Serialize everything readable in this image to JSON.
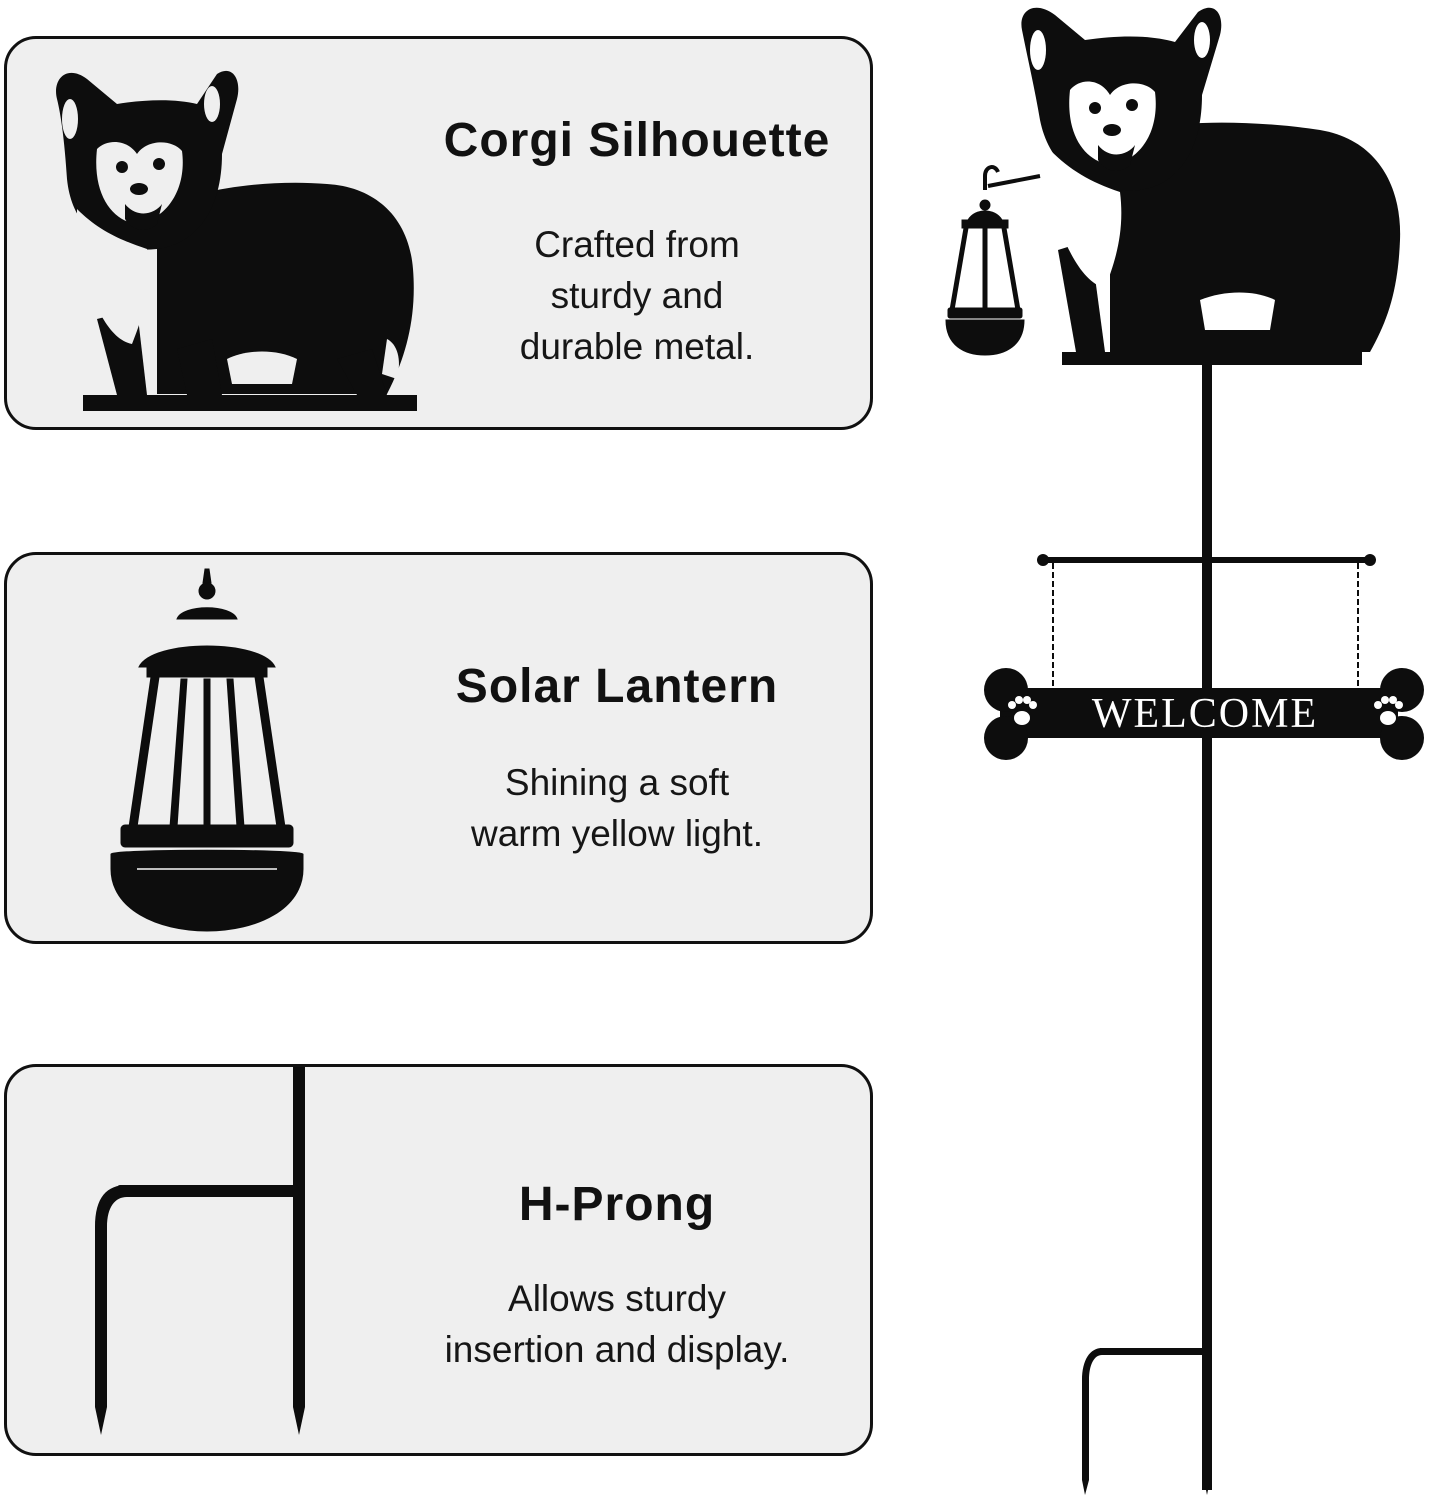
{
  "features": [
    {
      "title": "Corgi Silhouette",
      "description_lines": [
        "Crafted from",
        "sturdy and",
        "durable metal."
      ],
      "icon": "corgi-silhouette-icon"
    },
    {
      "title": "Solar Lantern",
      "description_lines": [
        "Shining a soft",
        "warm yellow light."
      ],
      "icon": "solar-lantern-icon"
    },
    {
      "title": "H-Prong",
      "description_lines": [
        "Allows sturdy",
        "insertion and display."
      ],
      "icon": "h-prong-icon"
    }
  ],
  "product": {
    "sign_text": "WELCOME"
  },
  "colors": {
    "card_background": "#efefef",
    "card_border": "#111111",
    "metal": "#0d0d0d"
  }
}
